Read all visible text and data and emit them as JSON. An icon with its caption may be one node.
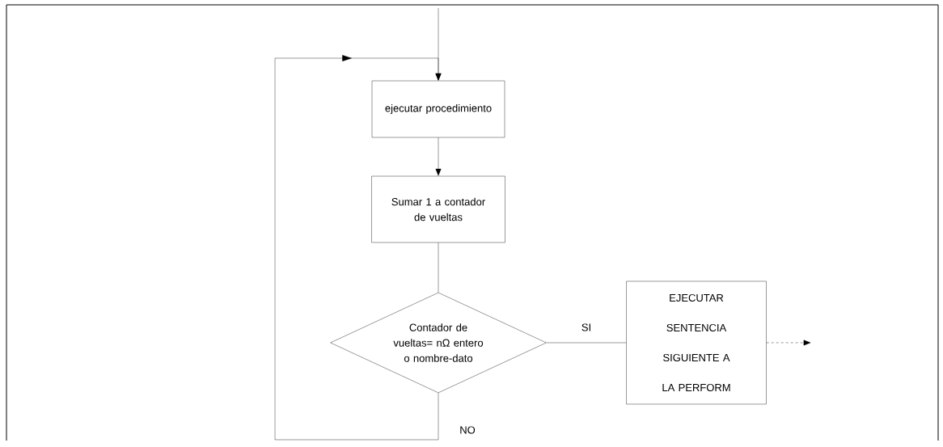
{
  "diagram": {
    "nodes": [
      {
        "text": [
          "ejecutar procedimiento"
        ]
      },
      {
        "text": [
          "Sumar 1 a contador de vueltas"
        ]
      },
      {
        "text": [
          "Contador de vueltas= nΩ entero o nombre-dato"
        ]
      },
      {
        "text": [
          "EJECUTAR SENTENCIA SIGUIENTE A LA PERFORM"
        ]
      }
    ],
    "edges": [
      {
        "from": null,
        "to": 0,
        "arrow": "to"
      },
      {
        "from": 0,
        "to": 1,
        "arrow": "to"
      },
      {
        "from": 1,
        "to": 2,
        "arrow": "none"
      },
      {
        "from": 2,
        "to": 3,
        "arrow": "none",
        "label": "SI"
      },
      {
        "from": 2,
        "to": 0,
        "arrow": "to",
        "label": "NO"
      },
      {
        "from": 3,
        "to": null,
        "arrow": "to",
        "style": "dashed"
      }
    ]
  }
}
